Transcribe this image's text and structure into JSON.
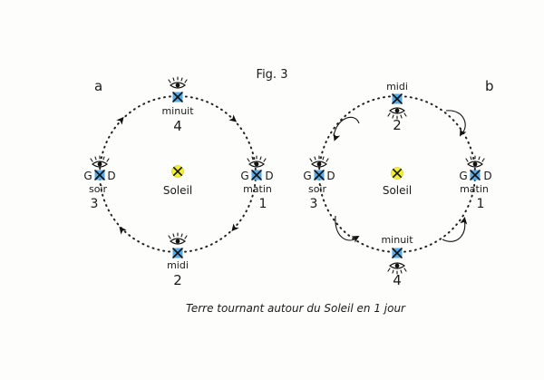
{
  "figure_title": "Fig. 3",
  "caption": "Terre tournant autour du Soleil en 1 jour",
  "colors": {
    "earth": "#58a9e6",
    "sun": "#f2ef2c",
    "ink": "#111111"
  },
  "panel_a": {
    "letter": "a",
    "sun_label": "Soleil",
    "positions": [
      {
        "number": "1",
        "time": "matin",
        "left": "G",
        "right": "D"
      },
      {
        "number": "2",
        "time": "midi",
        "left": "",
        "right": ""
      },
      {
        "number": "3",
        "time": "soir",
        "left": "G",
        "right": "D"
      },
      {
        "number": "4",
        "time": "minuit",
        "left": "",
        "right": ""
      }
    ]
  },
  "panel_b": {
    "letter": "b",
    "sun_label": "Soleil",
    "positions": [
      {
        "number": "1",
        "time": "matin",
        "left": "G",
        "right": "D"
      },
      {
        "number": "2",
        "time": "midi",
        "left": "",
        "right": ""
      },
      {
        "number": "3",
        "time": "soir",
        "left": "G",
        "right": "D"
      },
      {
        "number": "4",
        "time": "minuit",
        "left": "",
        "right": ""
      }
    ]
  }
}
